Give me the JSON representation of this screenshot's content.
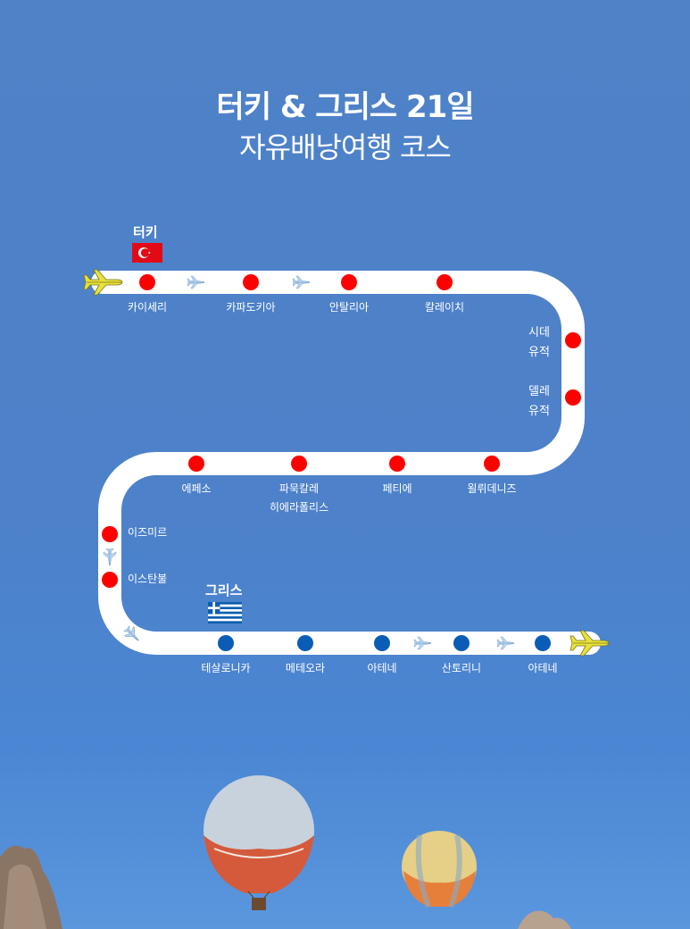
{
  "header": {
    "title_line1": "터키 & 그리스 21일",
    "title_line2": "자유배낭여행 코스"
  },
  "countries": {
    "turkey": {
      "name": "터키",
      "flag_color": "#e30a17"
    },
    "greece": {
      "name": "그리스",
      "flag_color": "#0d5eaf"
    }
  },
  "colors": {
    "turkey_stop": "#ff0000",
    "greece_stop": "#0b5cb5",
    "route": "#ffffff",
    "plane": "#e8e23a",
    "small_plane": "#b8d4f0"
  },
  "stops": {
    "s1": "카이세리",
    "s2": "카파도키아",
    "s3": "안탈리아",
    "s4": "칼레이치",
    "s5": "시데\n유적",
    "s6": "델레\n유적",
    "s7": "욀뤼데니즈",
    "s8": "페티에",
    "s9a": "파묵칼레",
    "s9b": "히에라폴리스",
    "s10": "에페소",
    "s11": "이즈미르",
    "s12": "이스탄불",
    "g1": "테살로니카",
    "g2": "메테오라",
    "g3": "아테네",
    "g4": "산토리니",
    "g5": "아테네"
  }
}
